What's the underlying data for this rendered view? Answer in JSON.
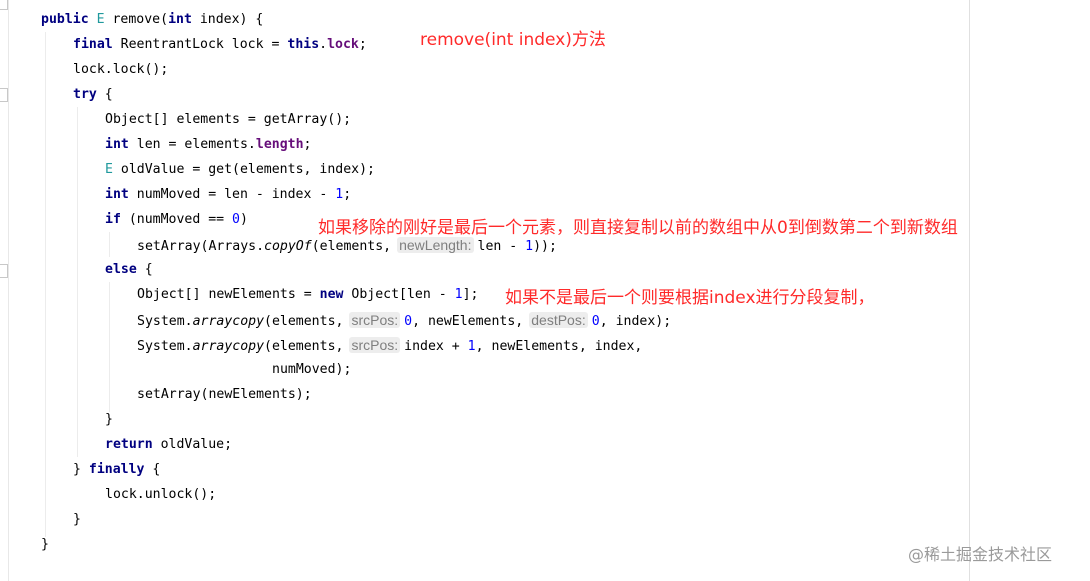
{
  "code_lines": [
    {
      "indent": 0,
      "tokens": [
        [
          "kw",
          "public"
        ],
        [
          "p",
          " "
        ],
        [
          "tp",
          "E"
        ],
        [
          "p",
          " remove("
        ],
        [
          "kw",
          "int"
        ],
        [
          "p",
          " index) {"
        ]
      ]
    },
    {
      "indent": 1,
      "tokens": [
        [
          "kw",
          "final"
        ],
        [
          "p",
          " ReentrantLock lock = "
        ],
        [
          "kw",
          "this"
        ],
        [
          "p",
          "."
        ],
        [
          "field",
          "lock"
        ],
        [
          "p",
          ";"
        ]
      ]
    },
    {
      "indent": 1,
      "tokens": [
        [
          "p",
          "lock.lock();"
        ]
      ]
    },
    {
      "indent": 1,
      "tokens": [
        [
          "kw",
          "try"
        ],
        [
          "p",
          " {"
        ]
      ]
    },
    {
      "indent": 2,
      "tokens": [
        [
          "p",
          "Object[] elements = getArray();"
        ]
      ]
    },
    {
      "indent": 2,
      "tokens": [
        [
          "kw",
          "int"
        ],
        [
          "p",
          " len = elements."
        ],
        [
          "field",
          "length"
        ],
        [
          "p",
          ";"
        ]
      ]
    },
    {
      "indent": 2,
      "tokens": [
        [
          "tp",
          "E"
        ],
        [
          "p",
          " oldValue = get(elements, index);"
        ]
      ]
    },
    {
      "indent": 2,
      "tokens": [
        [
          "kw",
          "int"
        ],
        [
          "p",
          " numMoved = len - index - "
        ],
        [
          "num",
          "1"
        ],
        [
          "p",
          ";"
        ]
      ]
    },
    {
      "indent": 2,
      "tokens": [
        [
          "kw",
          "if"
        ],
        [
          "p",
          " (numMoved == "
        ],
        [
          "num",
          "0"
        ],
        [
          "p",
          ")"
        ]
      ]
    },
    {
      "indent": 3,
      "tokens": [
        [
          "p",
          "setArray(Arrays."
        ],
        [
          "it",
          "copyOf"
        ],
        [
          "p",
          "(elements,"
        ],
        [
          "hint",
          "newLength:"
        ],
        [
          "p",
          "len - "
        ],
        [
          "num",
          "1"
        ],
        [
          "p",
          "));"
        ]
      ]
    },
    {
      "indent": 2,
      "tokens": [
        [
          "kw",
          "else"
        ],
        [
          "p",
          " {"
        ]
      ]
    },
    {
      "indent": 3,
      "tokens": [
        [
          "p",
          "Object[] newElements = "
        ],
        [
          "kw",
          "new"
        ],
        [
          "p",
          " Object[len - "
        ],
        [
          "num",
          "1"
        ],
        [
          "p",
          "];"
        ]
      ]
    },
    {
      "indent": 3,
      "tokens": [
        [
          "p",
          "System."
        ],
        [
          "it",
          "arraycopy"
        ],
        [
          "p",
          "(elements,"
        ],
        [
          "hint",
          "srcPos:"
        ],
        [
          "num",
          "0"
        ],
        [
          "p",
          ", newElements,"
        ],
        [
          "hint",
          "destPos:"
        ],
        [
          "num",
          "0"
        ],
        [
          "p",
          ", index);"
        ]
      ]
    },
    {
      "indent": 3,
      "tokens": [
        [
          "p",
          "System."
        ],
        [
          "it",
          "arraycopy"
        ],
        [
          "p",
          "(elements,"
        ],
        [
          "hint",
          "srcPos:"
        ],
        [
          "p",
          "index + "
        ],
        [
          "num",
          "1"
        ],
        [
          "p",
          ", newElements, index,"
        ]
      ]
    },
    {
      "indent": 4,
      "tokens": [
        [
          "p",
          "numMoved);"
        ]
      ]
    },
    {
      "indent": 3,
      "tokens": [
        [
          "p",
          "setArray(newElements);"
        ]
      ]
    },
    {
      "indent": 2,
      "tokens": [
        [
          "p",
          "}"
        ]
      ]
    },
    {
      "indent": 2,
      "tokens": [
        [
          "kw",
          "return"
        ],
        [
          "p",
          " oldValue;"
        ]
      ]
    },
    {
      "indent": 1,
      "tokens": [
        [
          "p",
          "} "
        ],
        [
          "kw",
          "finally"
        ],
        [
          "p",
          " {"
        ]
      ]
    },
    {
      "indent": 2,
      "tokens": [
        [
          "p",
          "lock.unlock();"
        ]
      ]
    },
    {
      "indent": 1,
      "tokens": [
        [
          "p",
          "}"
        ]
      ]
    },
    {
      "indent": 0,
      "tokens": [
        [
          "p",
          "}"
        ]
      ]
    }
  ],
  "annotations": {
    "method_title": "remove(int index)方法",
    "last_element_note": "如果移除的刚好是最后一个元素，则直接复制以前的数组中从0到倒数第二个到新数组",
    "segment_copy_note": "如果不是最后一个则要根据index进行分段复制，"
  },
  "watermark": "@稀土掘金技术社区",
  "colors": {
    "keyword": "#000080",
    "number": "#0000ff",
    "field": "#660e7a",
    "type_param": "#20999d",
    "annotation": "#ff2a2a"
  }
}
